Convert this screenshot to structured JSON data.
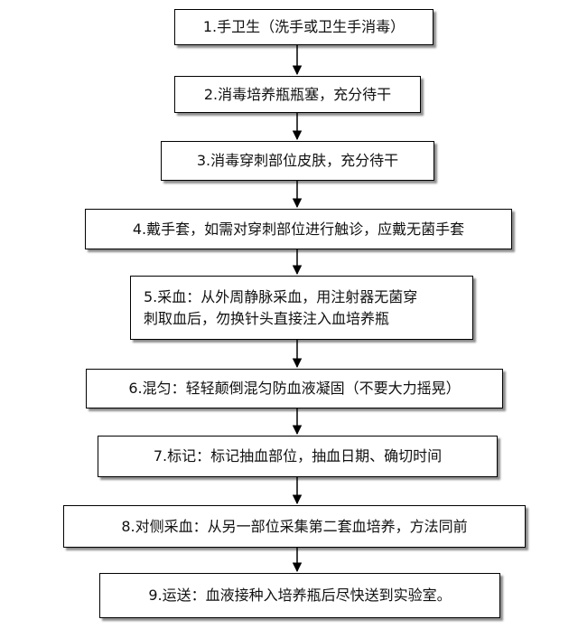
{
  "steps": [
    {
      "label": "1.手卫生（洗手或卫生手消毒）"
    },
    {
      "label": "2.消毒培养瓶瓶塞，充分待干"
    },
    {
      "label": "3.消毒穿刺部位皮肤，充分待干"
    },
    {
      "label": "4.戴手套，如需对穿刺部位进行触诊，应戴无菌手套"
    },
    {
      "line1": "5.采血：从外周静脉采血，用注射器无菌穿",
      "line2": "刺取血后，勿换针头直接注入血培养瓶"
    },
    {
      "label": "6.混匀：轻轻颠倒混匀防血液凝固（不要大力摇晃）"
    },
    {
      "label": "7.标记：标记抽血部位，抽血日期、确切时间"
    },
    {
      "label": "8.对侧采血：从另一部位采集第二套血培养，方法同前"
    },
    {
      "label": "9.运送：血液接种入培养瓶后尽快送到实验室。"
    }
  ]
}
